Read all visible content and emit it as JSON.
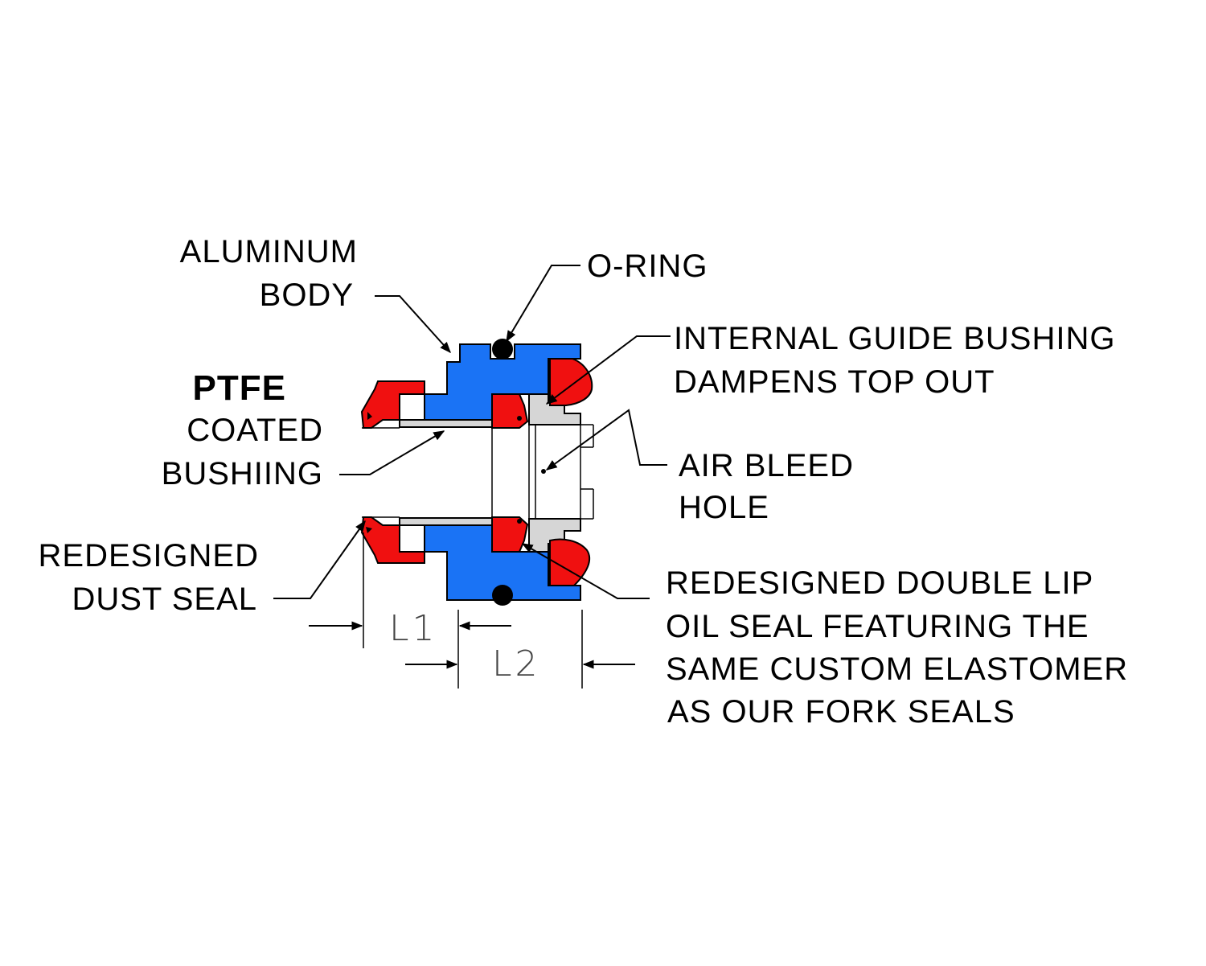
{
  "colors": {
    "body": "#1a73f5",
    "seal": "#f01010",
    "bushing": "#d6d6d6",
    "outline": "#000000",
    "background": "#ffffff"
  },
  "labels": {
    "aluminum_body": [
      "ALUMINUM",
      "BODY"
    ],
    "o_ring": "O-RING",
    "guide_bushing": [
      "INTERNAL GUIDE BUSHING",
      "DAMPENS TOP OUT"
    ],
    "ptfe_title": "PTFE",
    "ptfe_rest": [
      "COATED",
      "BUSHIING"
    ],
    "air_bleed": [
      "AIR BLEED",
      "HOLE"
    ],
    "dust_seal": [
      "REDESIGNED",
      "DUST SEAL"
    ],
    "oil_seal": [
      "REDESIGNED DOUBLE LIP",
      "OIL SEAL FEATURING THE",
      "SAME CUSTOM ELASTOMER",
      "AS OUR FORK SEALS"
    ]
  },
  "dimensions": {
    "l1": "L1",
    "l2": "L2"
  }
}
